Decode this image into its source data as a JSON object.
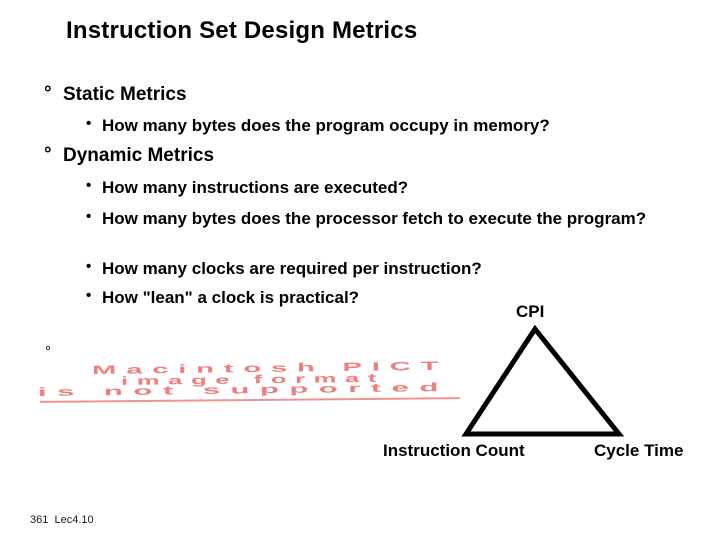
{
  "slide_title": "Instruction Set Design Metrics",
  "bullets": [
    {
      "level": 1,
      "marker": "°",
      "text": "Static Metrics"
    },
    {
      "level": 2,
      "marker": "•",
      "text": "How many bytes does the program occupy in memory?"
    },
    {
      "level": 1,
      "marker": "°",
      "text": "Dynamic Metrics"
    },
    {
      "level": 2,
      "marker": "•",
      "text": "How many instructions are executed?"
    },
    {
      "level": 2,
      "marker": "•",
      "text": "How many bytes does the processor fetch to execute the program?"
    },
    {
      "level": 2,
      "marker": "•",
      "text": "How many clocks are required per instruction?"
    },
    {
      "level": 2,
      "marker": "•",
      "text": "How \"lean\" a clock is practical?"
    }
  ],
  "diagram": {
    "type": "triangle",
    "apex_label": "CPI",
    "bottom_left_label": "Instruction Count",
    "bottom_right_label": "Cycle Time",
    "stroke_color": "#000000"
  },
  "pict_placeholder": {
    "marker": "°",
    "lines": [
      "Macintosh PICT",
      "image format",
      "is not supported"
    ],
    "color": "#ec7f7f"
  },
  "footer": "361  Lec4.10"
}
